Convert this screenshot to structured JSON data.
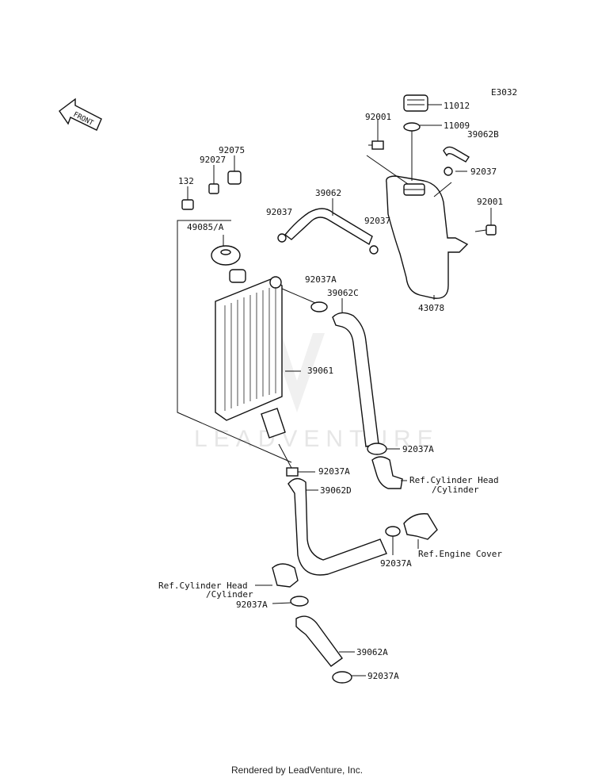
{
  "diagram_code": "E3032",
  "front_label": "FRONT",
  "watermark": "LEADVENTURE",
  "footer": "Rendered by LeadVenture, Inc.",
  "parts": {
    "p11012": "11012",
    "p11009": "11009",
    "p92001_top": "92001",
    "p39062b": "39062B",
    "p92037_tank": "92037",
    "p92001_right": "92001",
    "p92075": "92075",
    "p92027": "92027",
    "p132": "132",
    "p39062": "39062",
    "p92037_upper": "92037",
    "p92037_mid": "92037",
    "p49085a": "49085/A",
    "p92037a_1": "92037A",
    "p39062c": "39062C",
    "p43078": "43078",
    "p39061": "39061",
    "p92037a_2": "92037A",
    "p92037a_3": "92037A",
    "p39062d": "39062D",
    "ref_cyl_head_right": "Ref.Cylinder Head",
    "ref_cylinder_right": "/Cylinder",
    "ref_engine_cover": "Ref.Engine Cover",
    "p92037a_4": "92037A",
    "ref_cyl_head_left": "Ref.Cylinder Head",
    "ref_cylinder_left": "/Cylinder",
    "p92037a_5": "92037A",
    "p39062a": "39062A",
    "p92037a_6": "92037A"
  }
}
